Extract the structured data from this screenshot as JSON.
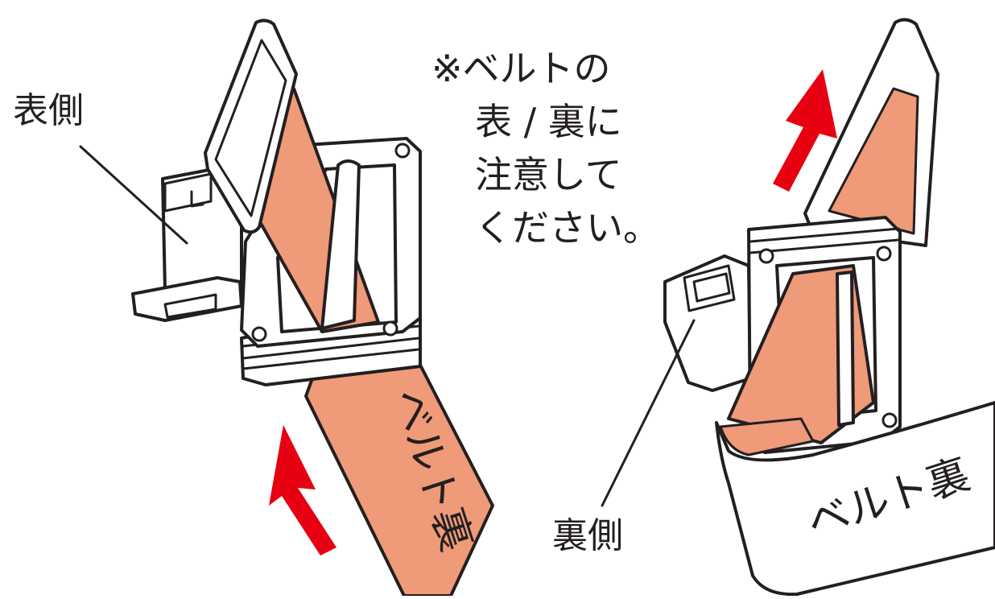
{
  "labels": {
    "front_side": "表側",
    "back_side": "裏側"
  },
  "note": {
    "lines": [
      "※ベルトの",
      "表 / 裏に",
      "注意して",
      "ください。"
    ]
  },
  "belt_text": {
    "left_strap": "ベルト裏",
    "right_strap": "ベルト裏"
  },
  "colors": {
    "belt": "#ef9a78",
    "arrow": "#e60012",
    "outline": "#231f20",
    "plastic": "#ffffff"
  },
  "icons": [
    "arrow-up-icon",
    "buckle-icon",
    "belt-strap-icon"
  ]
}
